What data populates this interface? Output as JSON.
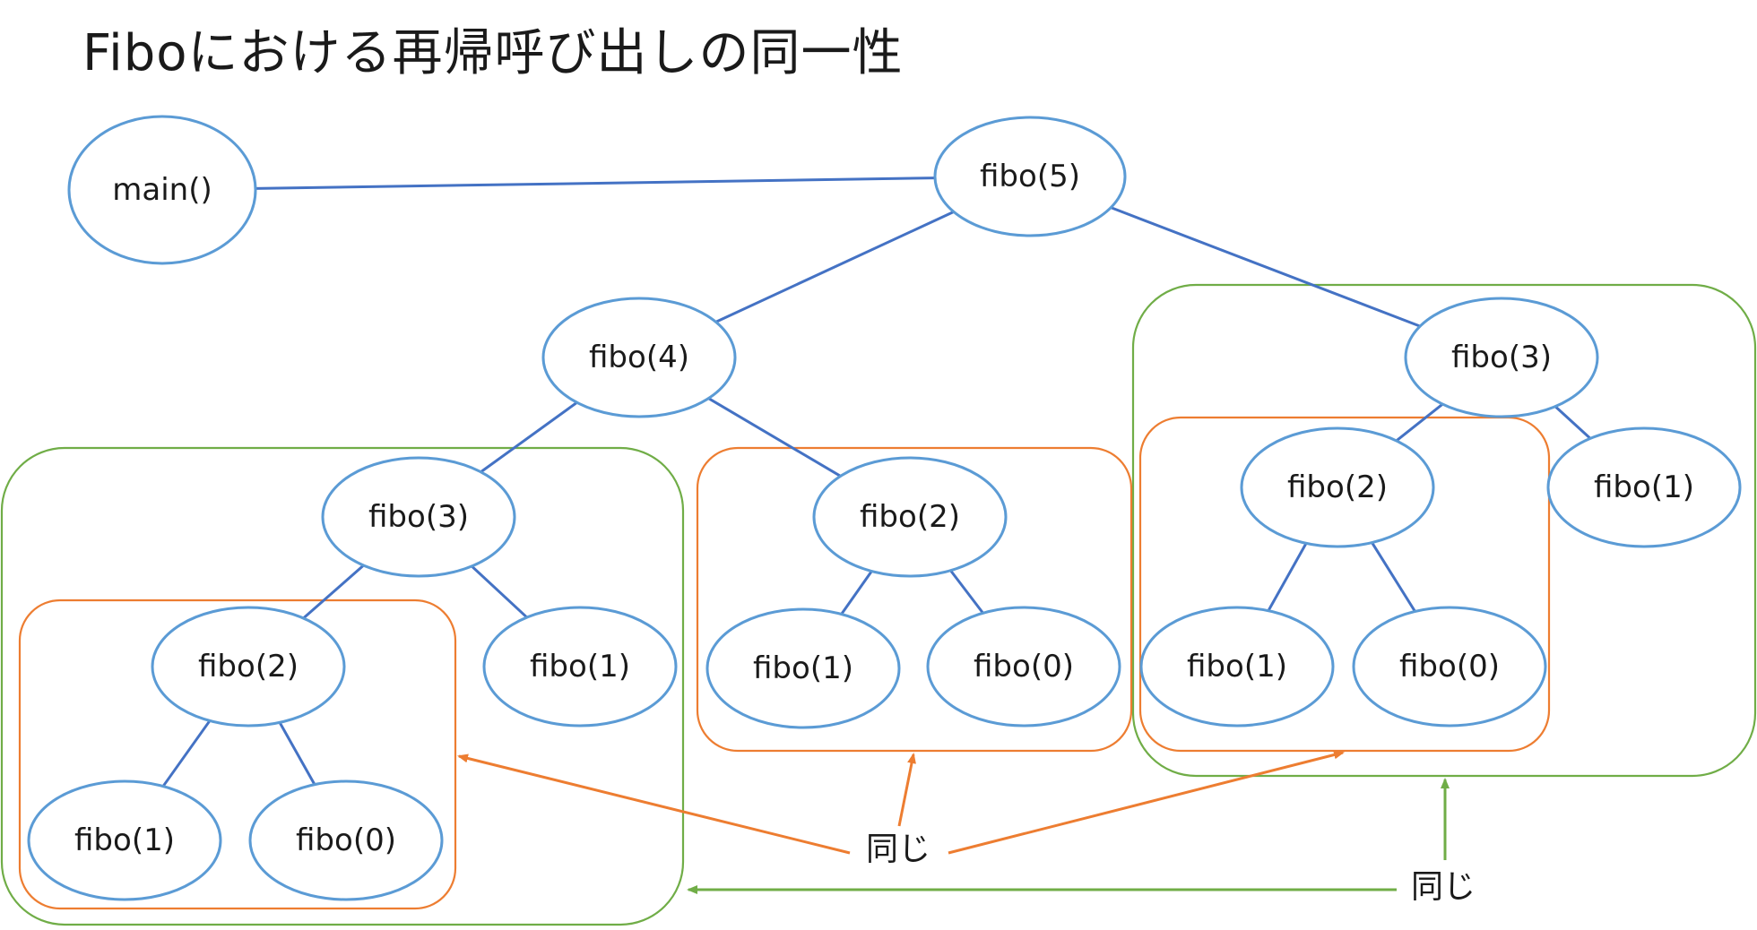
{
  "title": "Fiboにおける再帰呼び出しの同一性",
  "colors": {
    "node_stroke": "#5B9BD5",
    "edge": "#4472C4",
    "orange": "#ED7D31",
    "green": "#70AD47",
    "text": "#1a1a1a"
  },
  "nodes": [
    {
      "id": "main",
      "label": "main()"
    },
    {
      "id": "f5",
      "label": "fibo(5)"
    },
    {
      "id": "f4",
      "label": "fibo(4)"
    },
    {
      "id": "f3r",
      "label": "fibo(3)"
    },
    {
      "id": "f1r",
      "label": "fibo(1)"
    },
    {
      "id": "f2r",
      "label": "fibo(2)"
    },
    {
      "id": "f1rr",
      "label": "fibo(1)"
    },
    {
      "id": "f0rr",
      "label": "fibo(0)"
    },
    {
      "id": "f3l",
      "label": "fibo(3)"
    },
    {
      "id": "f2m",
      "label": "fibo(2)"
    },
    {
      "id": "f1m",
      "label": "fibo(1)"
    },
    {
      "id": "f0m",
      "label": "fibo(0)"
    },
    {
      "id": "f2l",
      "label": "fibo(2)"
    },
    {
      "id": "f1l",
      "label": "fibo(1)"
    },
    {
      "id": "f1ll",
      "label": "fibo(1)"
    },
    {
      "id": "f0ll",
      "label": "fibo(0)"
    }
  ],
  "edges": [
    [
      "main",
      "f5"
    ],
    [
      "f5",
      "f4"
    ],
    [
      "f5",
      "f3r"
    ],
    [
      "f4",
      "f3l"
    ],
    [
      "f4",
      "f2m"
    ],
    [
      "f3r",
      "f2r"
    ],
    [
      "f3r",
      "f1r"
    ],
    [
      "f2r",
      "f1rr"
    ],
    [
      "f2r",
      "f0rr"
    ],
    [
      "f3l",
      "f2l"
    ],
    [
      "f3l",
      "f1l"
    ],
    [
      "f2l",
      "f1ll"
    ],
    [
      "f2l",
      "f0ll"
    ],
    [
      "f2m",
      "f1m"
    ],
    [
      "f2m",
      "f0m"
    ]
  ],
  "annotations": {
    "orange_label": "同じ",
    "green_label": "同じ"
  }
}
